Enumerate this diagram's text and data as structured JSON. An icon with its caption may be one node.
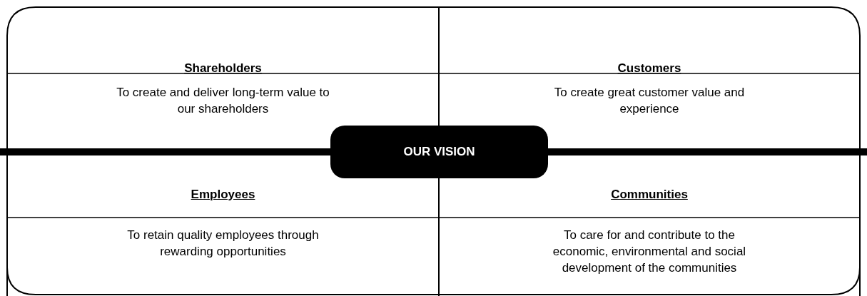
{
  "diagram": {
    "nodes": [
      {
        "text": [
          "Shareholders",
          "To create and deliver long-term value to our shareholders"
        ]
      },
      {
        "text": [
          "Customers",
          "To create great customer value and experience"
        ]
      },
      {
        "text": [
          "Employees",
          "To retain quality employees through rewarding opportunities"
        ]
      },
      {
        "text": [
          "Communities",
          "To care for and contribute to the economic, environmental and social development of the communities"
        ]
      },
      {
        "text": [
          "OUR VISION"
        ]
      }
    ],
    "edges": []
  }
}
